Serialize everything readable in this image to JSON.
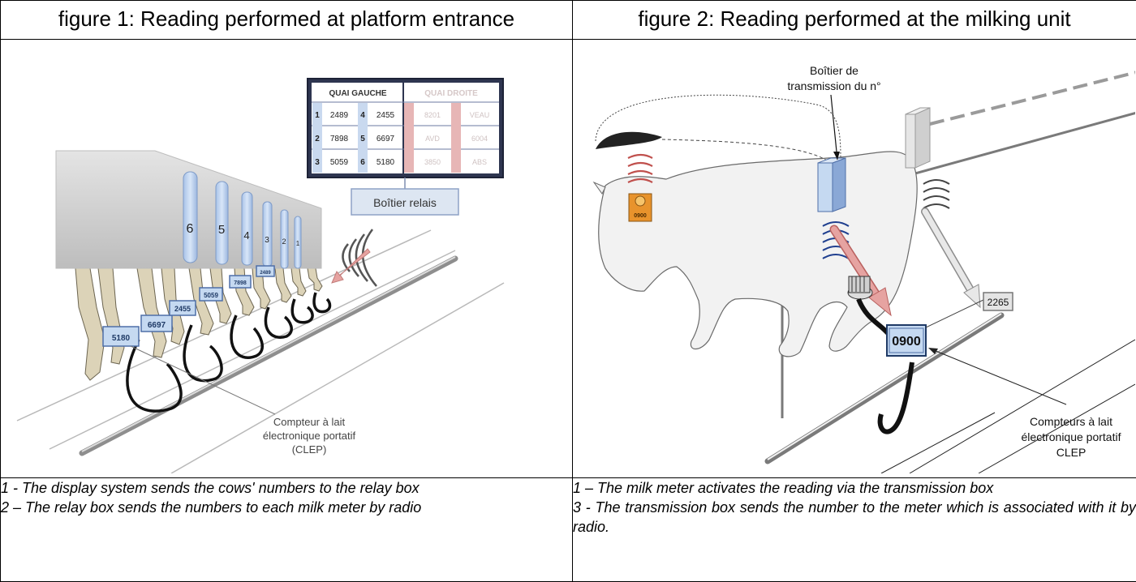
{
  "figure1": {
    "title": "figure 1: Reading performed at platform entrance",
    "table": {
      "left_header": "QUAI GAUCHE",
      "right_header": "QUAI DROITE",
      "rows": [
        [
          "1",
          "2489",
          "4",
          "2455",
          "8201",
          "VEAU"
        ],
        [
          "2",
          "7898",
          "5",
          "6697",
          "AVD",
          "6004"
        ],
        [
          "3",
          "5059",
          "6",
          "5180",
          "3850",
          "ABS"
        ]
      ]
    },
    "relay_label": "Boîtier relais",
    "stall_numbers": [
      "6",
      "5",
      "4",
      "3",
      "2",
      "1"
    ],
    "meter_tags": [
      "5180",
      "6697",
      "2455",
      "5059",
      "7898",
      "2489"
    ],
    "clep_label": [
      "Compteur à lait",
      "électronique portatif",
      "(CLEP)"
    ],
    "captions": [
      "1 - The display system sends the cows' numbers to the relay box",
      "2 – The relay box sends the numbers to each milk meter by radio"
    ]
  },
  "figure2": {
    "title": "figure 2: Reading performed at the milking unit",
    "box_label": [
      "Boîtier de",
      "transmission du n°"
    ],
    "ear_tag": "0900",
    "meter_value": "0900",
    "far_meter_value": "2265",
    "clep_label": [
      "Compteurs à lait",
      "électronique portatif",
      "CLEP"
    ],
    "captions": [
      "1 – The milk meter activates the reading via the transmission box",
      "3 - The transmission box sends the number to the meter which is associated with it by radio."
    ]
  },
  "colors": {
    "box_blue": "#c5d9f1",
    "box_border": "#4f6fa8",
    "radio_red": "#c0504d",
    "radio_blue": "#1f3f8f",
    "arrow_pink": "#e6a3a1",
    "cow_fill": "#f4f4f4",
    "leg_fill": "#dcd3b8",
    "panel_gray": "#cfcfcf"
  }
}
